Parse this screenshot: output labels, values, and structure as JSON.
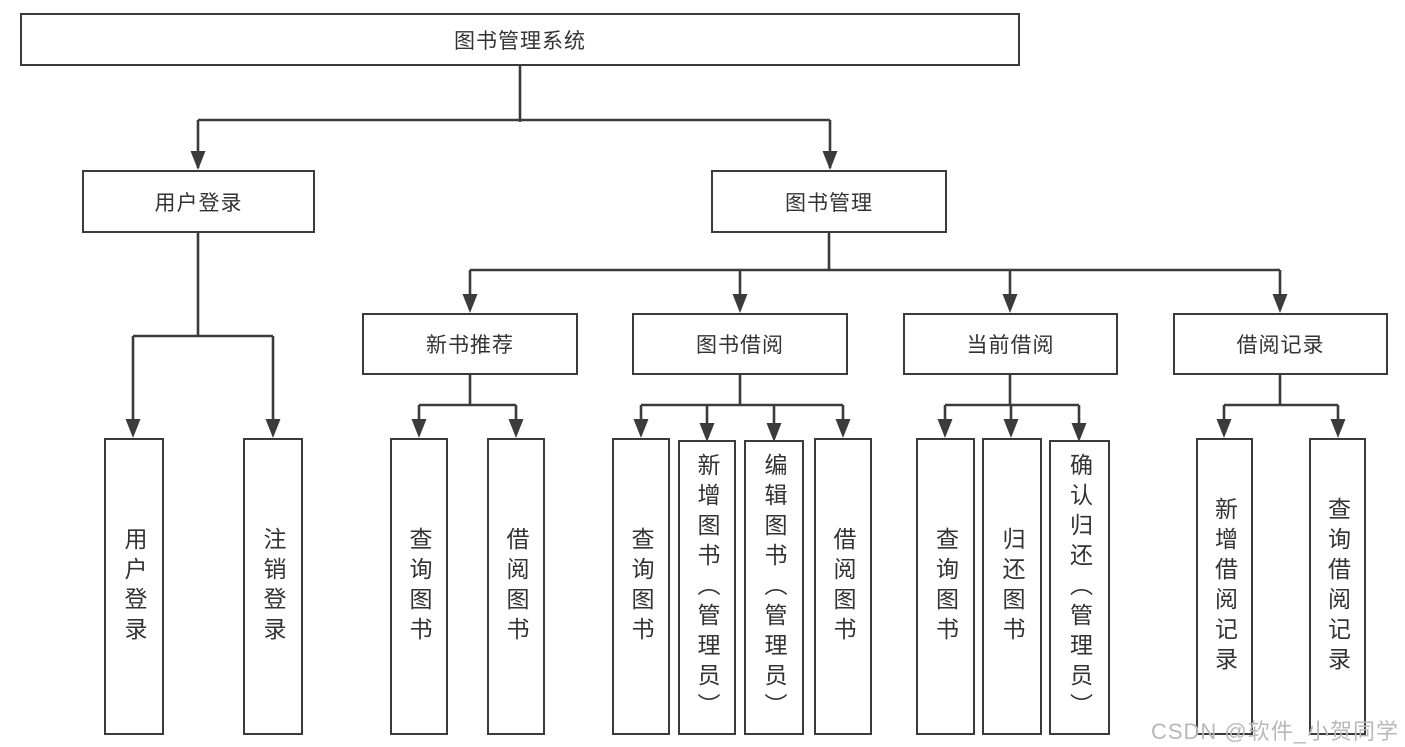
{
  "diagram": {
    "root": {
      "label": "图书管理系统"
    },
    "branches": [
      {
        "label": "用户登录",
        "children": [
          {
            "label": "用户登录"
          },
          {
            "label": "注销登录"
          }
        ]
      },
      {
        "label": "图书管理",
        "children": [
          {
            "label": "新书推荐",
            "children": [
              {
                "label": "查询图书"
              },
              {
                "label": "借阅图书"
              }
            ]
          },
          {
            "label": "图书借阅",
            "children": [
              {
                "label": "查询图书"
              },
              {
                "label": "新增图书（管理员）"
              },
              {
                "label": "编辑图书（管理员）"
              },
              {
                "label": "借阅图书"
              }
            ]
          },
          {
            "label": "当前借阅",
            "children": [
              {
                "label": "查询图书"
              },
              {
                "label": "归还图书"
              },
              {
                "label": "确认归还（管理员）"
              }
            ]
          },
          {
            "label": "借阅记录",
            "children": [
              {
                "label": "新增借阅记录"
              },
              {
                "label": "查询借阅记录"
              }
            ]
          }
        ]
      }
    ]
  },
  "watermark": {
    "text": "CSDN @软件_小贺同学"
  },
  "colors": {
    "line": "#3b3b3b",
    "text": "#333333",
    "background": "#ffffff",
    "watermark": "#b8b8b8"
  }
}
